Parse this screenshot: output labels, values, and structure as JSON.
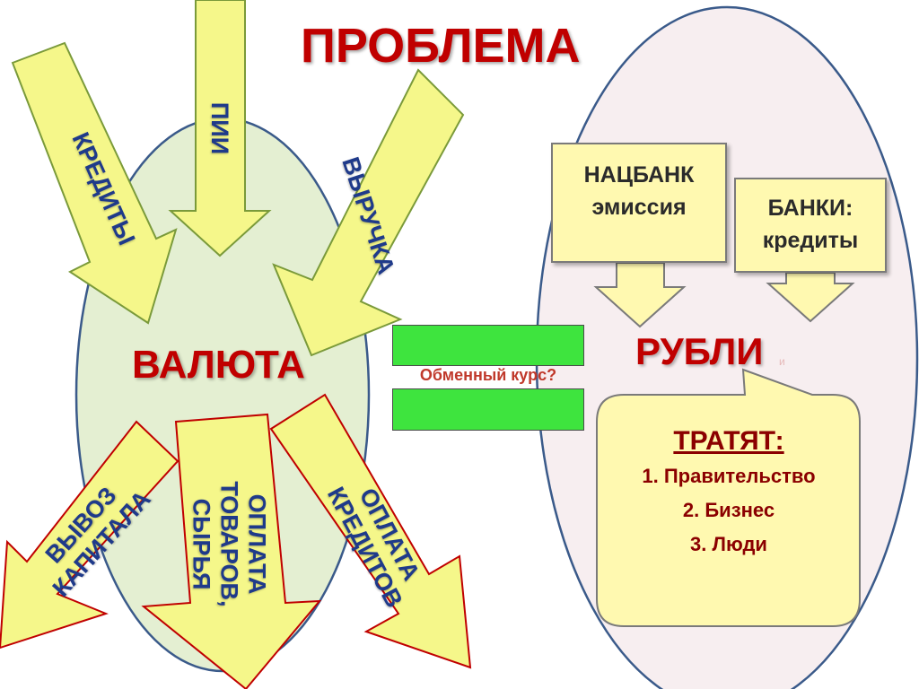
{
  "title": "ПРОБЛЕМА",
  "left_group": {
    "label": "ВАЛЮТА",
    "inflows": [
      "КРЕДИТЫ",
      "ПИИ",
      "ВЫРУЧКА"
    ],
    "outflows": [
      {
        "line1": "ВЫВОЗ",
        "line2": "КАПИТАЛА"
      },
      {
        "line1": "ОПЛАТА",
        "line2": "ТОВАРОВ,",
        "line3": "СЫРЬЯ"
      },
      {
        "line1": "ОПЛАТА",
        "line2": "КРЕДИТОВ"
      }
    ]
  },
  "exchange": {
    "label": "Обменный курс?"
  },
  "right_group": {
    "label": "РУБЛИ",
    "label_suffix": "и",
    "sources": [
      {
        "line1": "НАЦБАНК",
        "line2": "эмиссия"
      },
      {
        "line1": "БАНКИ:",
        "line2": "кредиты"
      }
    ],
    "spenders": {
      "heading": "ТРАТЯТ:",
      "items": [
        "1.  Правительство",
        "2.  Бизнес",
        "3.  Люди"
      ]
    }
  },
  "colors": {
    "title": "#c00000",
    "left_ellipse_fill": "#e4efd2",
    "left_ellipse_stroke": "#3a5a8a",
    "right_ellipse_fill": "#f7eef0",
    "right_ellipse_stroke": "#3a5a8a",
    "arrow_fill": "#f5f78a",
    "arrow_stroke_in": "#7a9a3a",
    "arrow_stroke_out": "#c00000",
    "arrow_text": "#1f3a8a",
    "exchange_bar": "#3ee43e",
    "callout_fill": "#fff9b0"
  }
}
